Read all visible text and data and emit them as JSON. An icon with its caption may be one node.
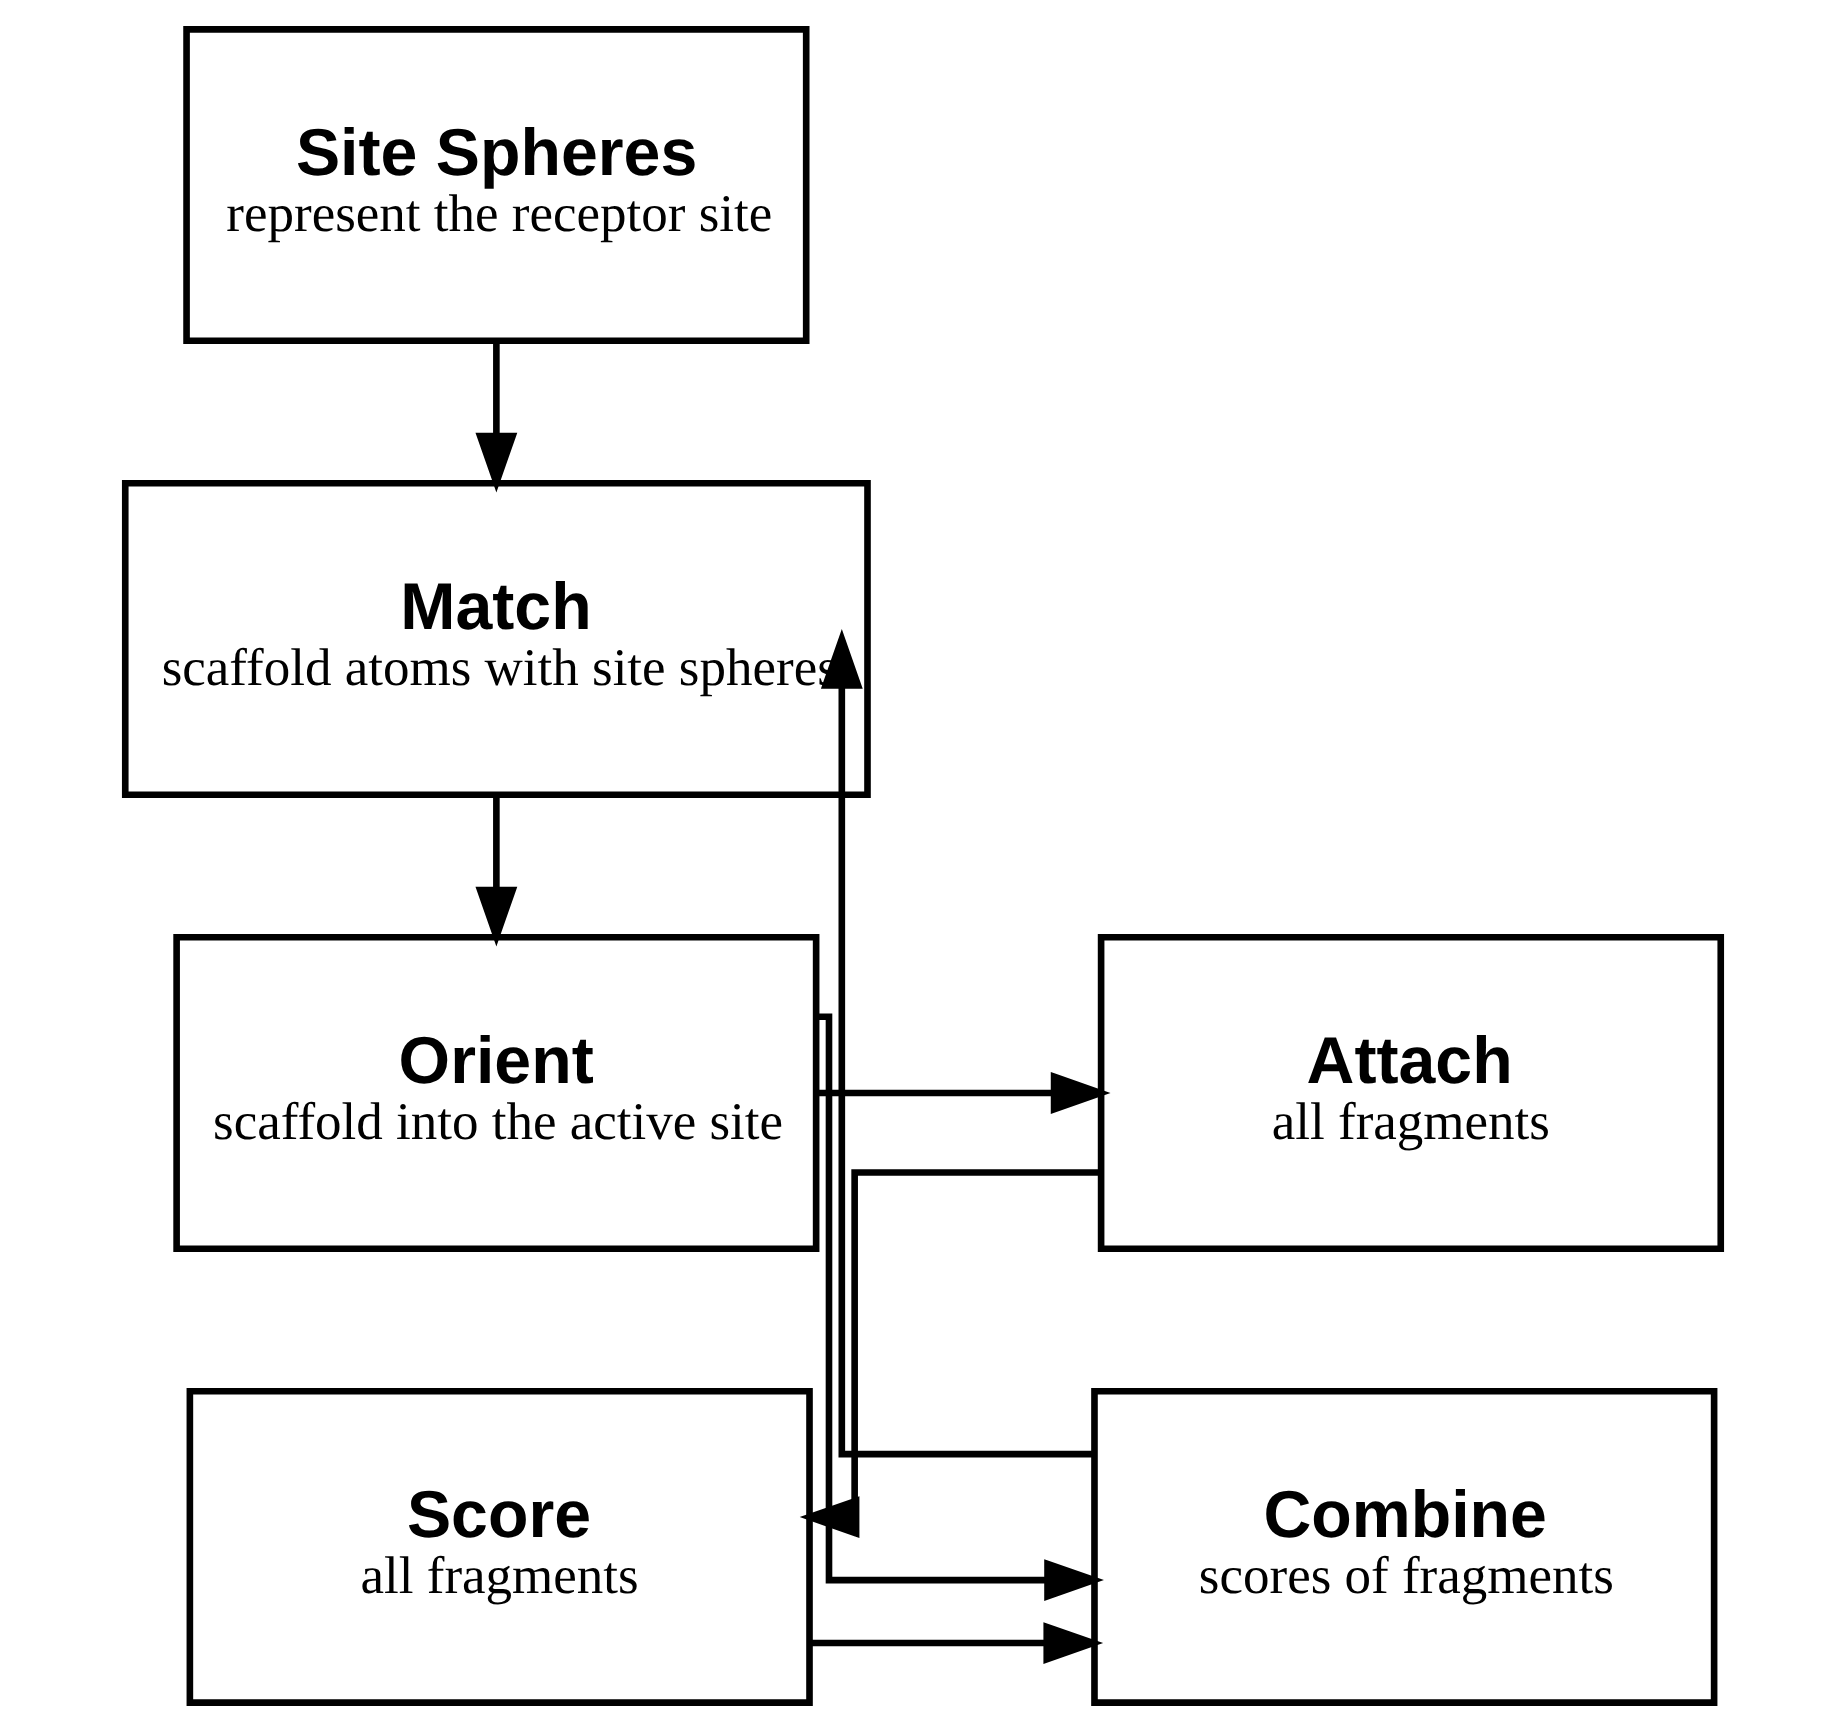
{
  "diagram": {
    "nodes": [
      {
        "text": [
          "Site Spheres",
          "represent the receptor site"
        ]
      },
      {
        "text": [
          "Match",
          "scaffold atoms with site spheres"
        ]
      },
      {
        "text": [
          "Orient",
          "scaffold into the active site"
        ]
      },
      {
        "text": [
          "Attach",
          "all fragments"
        ]
      },
      {
        "text": [
          "Combine",
          "scores of fragments"
        ]
      },
      {
        "text": [
          "Score",
          "all fragments"
        ]
      }
    ],
    "edges": [
      {
        "from": 0,
        "to": 1,
        "arrow": "to"
      },
      {
        "from": 1,
        "to": 2,
        "arrow": "to"
      },
      {
        "from": 2,
        "to": 3,
        "arrow": "to"
      },
      {
        "from": 2,
        "to": 4,
        "arrow": "to"
      },
      {
        "from": 3,
        "to": 5,
        "arrow": "to"
      },
      {
        "from": 5,
        "to": 4,
        "arrow": "to"
      },
      {
        "from": 4,
        "to": 1,
        "arrow": "to"
      }
    ]
  }
}
